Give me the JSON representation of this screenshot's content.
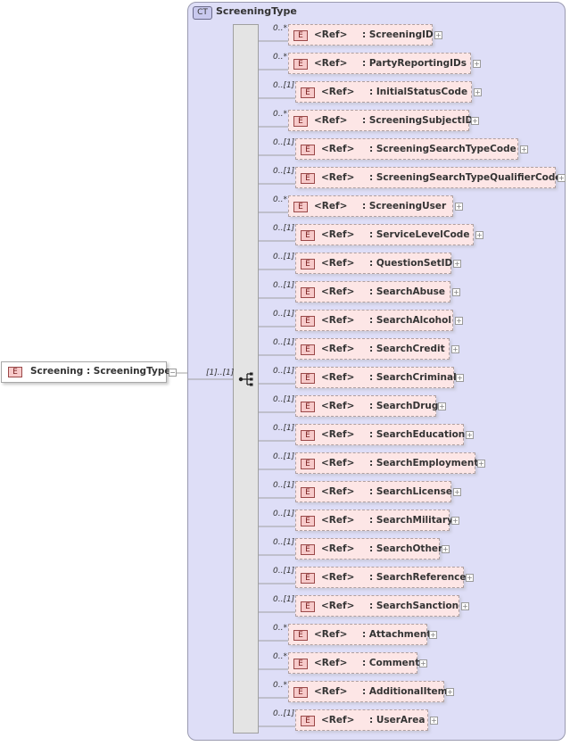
{
  "complex_type": {
    "badge": "CT",
    "name": "ScreeningType"
  },
  "root_element": {
    "badge": "E",
    "name": "Screening",
    "type": "ScreeningType",
    "occurrence": "[1]..[1]"
  },
  "children": [
    {
      "occ": "0..*",
      "badge": "E",
      "ref": "<Ref>",
      "name": ": ScreeningID"
    },
    {
      "occ": "0..*",
      "badge": "E",
      "ref": "<Ref>",
      "name": ": PartyReportingIDs"
    },
    {
      "occ": "0..[1]",
      "badge": "E",
      "ref": "<Ref>",
      "name": ": InitialStatusCode"
    },
    {
      "occ": "0..*",
      "badge": "E",
      "ref": "<Ref>",
      "name": ": ScreeningSubjectID"
    },
    {
      "occ": "0..[1]",
      "badge": "E",
      "ref": "<Ref>",
      "name": ": ScreeningSearchTypeCode"
    },
    {
      "occ": "0..[1]",
      "badge": "E",
      "ref": "<Ref>",
      "name": ": ScreeningSearchTypeQualifierCode"
    },
    {
      "occ": "0..*",
      "badge": "E",
      "ref": "<Ref>",
      "name": ": ScreeningUser"
    },
    {
      "occ": "0..[1]",
      "badge": "E",
      "ref": "<Ref>",
      "name": ": ServiceLevelCode"
    },
    {
      "occ": "0..[1]",
      "badge": "E",
      "ref": "<Ref>",
      "name": ": QuestionSetID"
    },
    {
      "occ": "0..[1]",
      "badge": "E",
      "ref": "<Ref>",
      "name": ": SearchAbuse"
    },
    {
      "occ": "0..[1]",
      "badge": "E",
      "ref": "<Ref>",
      "name": ": SearchAlcohol"
    },
    {
      "occ": "0..[1]",
      "badge": "E",
      "ref": "<Ref>",
      "name": ": SearchCredit"
    },
    {
      "occ": "0..[1]",
      "badge": "E",
      "ref": "<Ref>",
      "name": ": SearchCriminal"
    },
    {
      "occ": "0..[1]",
      "badge": "E",
      "ref": "<Ref>",
      "name": ": SearchDrug"
    },
    {
      "occ": "0..[1]",
      "badge": "E",
      "ref": "<Ref>",
      "name": ": SearchEducation"
    },
    {
      "occ": "0..[1]",
      "badge": "E",
      "ref": "<Ref>",
      "name": ": SearchEmployment"
    },
    {
      "occ": "0..[1]",
      "badge": "E",
      "ref": "<Ref>",
      "name": ": SearchLicense"
    },
    {
      "occ": "0..[1]",
      "badge": "E",
      "ref": "<Ref>",
      "name": ": SearchMilitary"
    },
    {
      "occ": "0..[1]",
      "badge": "E",
      "ref": "<Ref>",
      "name": ": SearchOther"
    },
    {
      "occ": "0..[1]",
      "badge": "E",
      "ref": "<Ref>",
      "name": ": SearchReference"
    },
    {
      "occ": "0..[1]",
      "badge": "E",
      "ref": "<Ref>",
      "name": ": SearchSanction"
    },
    {
      "occ": "0..*",
      "badge": "E",
      "ref": "<Ref>",
      "name": ": Attachment"
    },
    {
      "occ": "0..*",
      "badge": "E",
      "ref": "<Ref>",
      "name": ": Comment"
    },
    {
      "occ": "0..*",
      "badge": "E",
      "ref": "<Ref>",
      "name": ": AdditionalItem"
    },
    {
      "occ": "0..[1]",
      "badge": "E",
      "ref": "<Ref>",
      "name": ": UserArea"
    }
  ],
  "expander_symbol": "+",
  "collapse_symbol": "−",
  "colors": {
    "element_fill": "#fde6e6",
    "complex_type_fill": "#dedef7",
    "badge_fill": "#f7caca"
  }
}
